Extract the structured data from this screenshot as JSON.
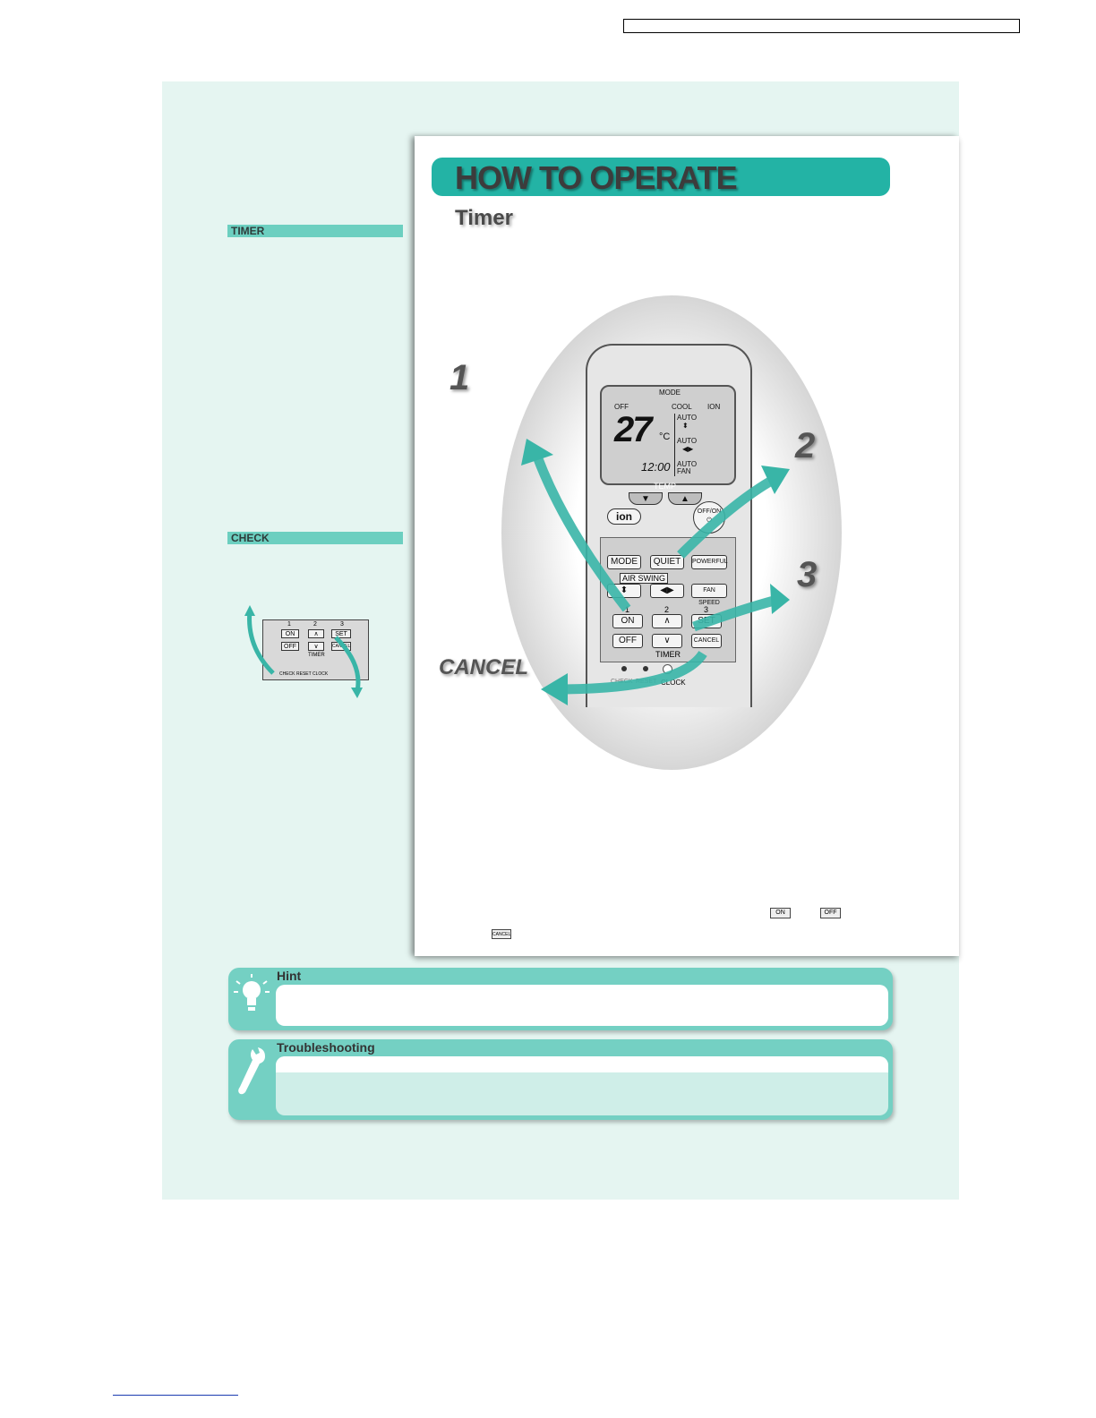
{
  "side": {
    "timer_label": "TIMER",
    "check_label": "CHECK"
  },
  "mini_remote": {
    "numbers": [
      "1",
      "2",
      "3"
    ],
    "on": "ON",
    "set": "SET",
    "off": "OFF",
    "cancel": "CANCEL",
    "timer": "TIMER",
    "check": "CHECK",
    "reset": "RESET",
    "clock": "CLOCK"
  },
  "card": {
    "banner": "HOW TO OPERATE",
    "subtitle": "Timer",
    "steps": [
      "1",
      "2",
      "3"
    ],
    "cancel_label": "CANCEL"
  },
  "remote": {
    "lcd": {
      "mode": "MODE",
      "off": "OFF",
      "cool": "COOL",
      "ion": "ION",
      "temp": "27",
      "unit": "°C",
      "auto1": "AUTO",
      "auto2": "AUTO",
      "auto3": "AUTO",
      "fan": "FAN",
      "clock": "12:00"
    },
    "temp_label": "TEMP",
    "ion_button": "ion",
    "offon": "OFF/ON",
    "power_symbol": "⏻",
    "buttons": {
      "mode": "MODE",
      "quiet": "QUIET",
      "powerful": "POWERFUL",
      "air_swing": "AIR SWING",
      "fan_speed": "FAN SPEED",
      "on": "ON",
      "off": "OFF",
      "set": "SET",
      "cancel": "CANCEL",
      "timer": "TIMER",
      "check": "CHECK",
      "reset": "RESET",
      "clock": "CLOCK"
    },
    "timer_numbers": [
      "1",
      "2",
      "3"
    ]
  },
  "footnote_buttons": {
    "on": "ON",
    "off": "OFF",
    "cancel": "CANCEL"
  },
  "hint": {
    "title": "Hint"
  },
  "troubleshooting": {
    "title": "Troubleshooting"
  },
  "colors": {
    "panel_bg": "#e5f5f1",
    "accent": "#23b3a5",
    "label_bg": "#6ccfc0"
  }
}
